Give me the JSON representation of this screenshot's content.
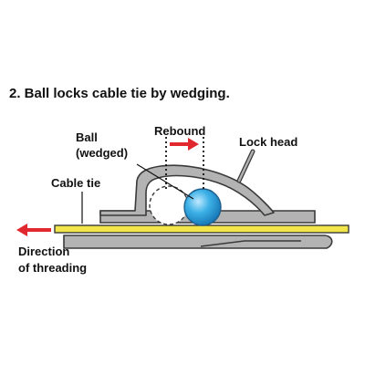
{
  "title": "2. Ball locks cable tie by wedging.",
  "labels": {
    "ball_line1": "Ball",
    "ball_line2": "(wedged)",
    "rebound": "Rebound",
    "lock_head": "Lock head",
    "cable_tie": "Cable tie",
    "direction_line1": "Direction",
    "direction_line2": "of threading"
  },
  "colors": {
    "arrow_red": "#e0282e",
    "cable_tie_yellow": "#f2e64a",
    "ball_blue": "#2ea6df",
    "metal_gray": "#b3b3b3",
    "outline": "#3a3a3a"
  }
}
